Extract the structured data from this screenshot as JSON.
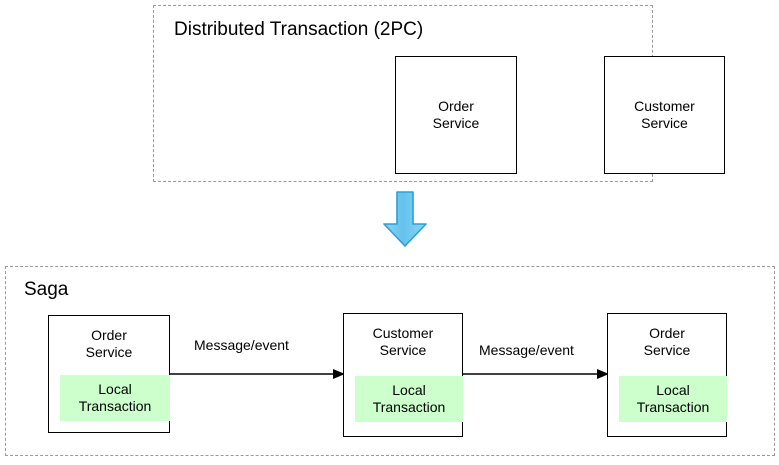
{
  "diagram": {
    "title_top": "Distributed Transaction (2PC)",
    "title_bottom": "Saga",
    "groups": [
      {
        "id": "distributed-transaction",
        "label": "Distributed Transaction (2PC)",
        "boxes": [
          {
            "label": "Order\nService"
          },
          {
            "label": "Customer\nService"
          }
        ]
      },
      {
        "id": "saga",
        "label": "Saga",
        "boxes": [
          {
            "label": "Order\nService",
            "local": "Local\nTransaction"
          },
          {
            "label": "Customer\nService",
            "local": "Local\nTransaction"
          },
          {
            "label": "Order\nService",
            "local": "Local\nTransaction"
          }
        ],
        "edges": [
          {
            "label": "Message/event"
          },
          {
            "label": "Message/event"
          }
        ]
      }
    ],
    "transition_arrow": {
      "direction": "down",
      "fill": "#6cc5ee",
      "stroke": "#2a9fd8"
    },
    "colors": {
      "local_transaction_fill": "#ccffcc",
      "box_stroke": "#000000",
      "group_stroke": "#9a9a9a",
      "background": "#ffffff",
      "text": "#000000"
    }
  }
}
